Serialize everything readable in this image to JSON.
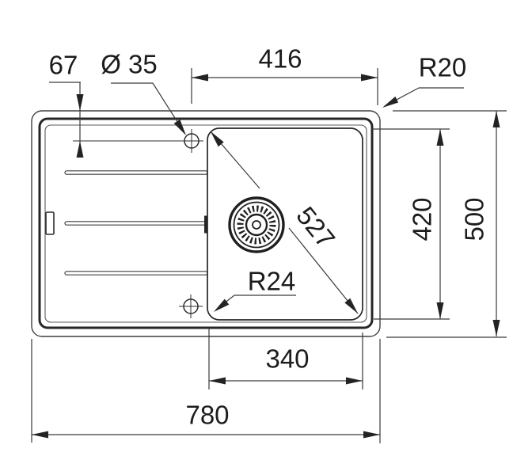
{
  "drawing": {
    "title": "sink-technical-drawing-top-view",
    "labels": {
      "faucet_hole_offset": "67",
      "faucet_hole_diameter": "Ø 35",
      "tap_to_right_edge": "416",
      "outer_corner_radius": "R20",
      "bowl_diagonal": "527",
      "bowl_inner_depth": "420",
      "overall_depth": "500",
      "bowl_corner_radius": "R24",
      "bowl_width": "340",
      "overall_width": "780"
    },
    "colors": {
      "background": "#ffffff",
      "outline": "#262626",
      "dimension_lines": "#3a3a3a",
      "text": "#1c1c1c"
    }
  }
}
